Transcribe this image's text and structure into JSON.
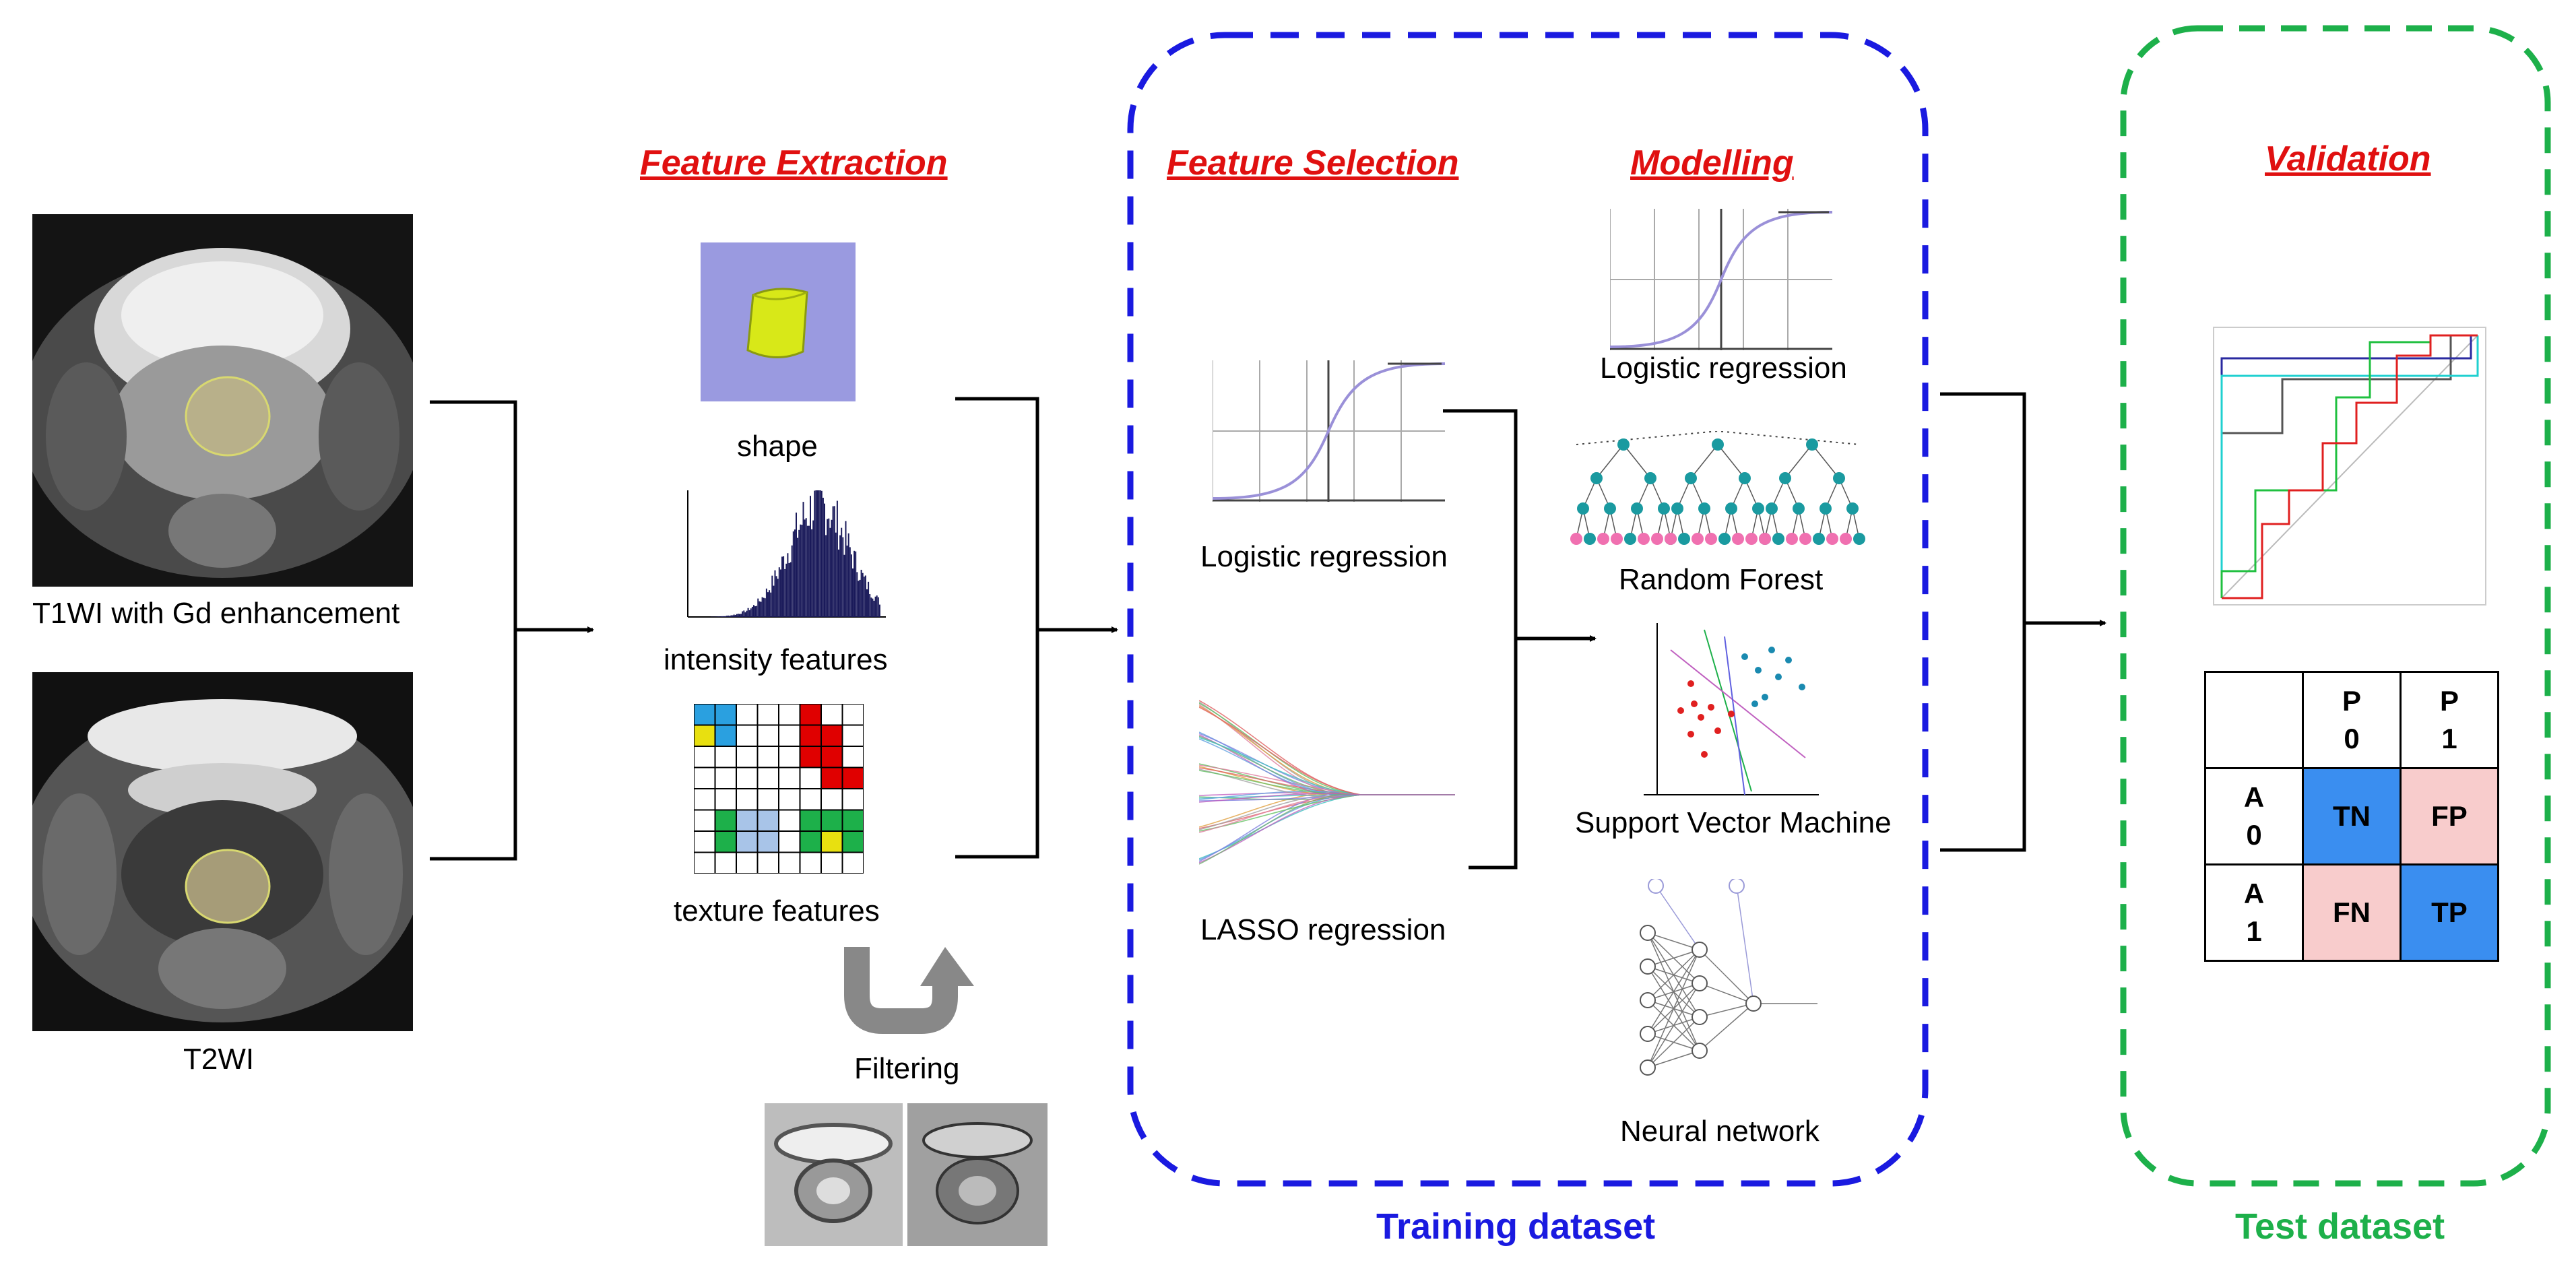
{
  "sections": {
    "feature_extraction": "Feature Extraction",
    "feature_selection": "Feature Selection",
    "modelling": "Modelling",
    "validation": "Validation"
  },
  "inputs": {
    "t1": "T1WI with Gd enhancement",
    "t2": "T2WI"
  },
  "extraction": {
    "shape": "shape",
    "intensity": "intensity features",
    "texture": "texture features",
    "filtering": "Filtering"
  },
  "selection": {
    "logistic": "Logistic regression",
    "lasso": "LASSO regression"
  },
  "models": {
    "logistic": "Logistic regression",
    "rf": "Random Forest",
    "svm": "Support Vector Machine",
    "nn": "Neural network"
  },
  "datasets": {
    "training": "Training dataset",
    "test": "Test dataset"
  },
  "confusion": {
    "col1": "P\n0",
    "col2": "P\n1",
    "row1": "A\n0",
    "row2": "A\n1",
    "tn": "TN",
    "fp": "FP",
    "fn": "FN",
    "tp": "TP"
  },
  "colors": {
    "header_red": "#e01010",
    "training_blue": "#1a1ae0",
    "test_green": "#1db04a",
    "cm_blue": "#3a8ef0",
    "cm_pink": "#f8cccc"
  }
}
